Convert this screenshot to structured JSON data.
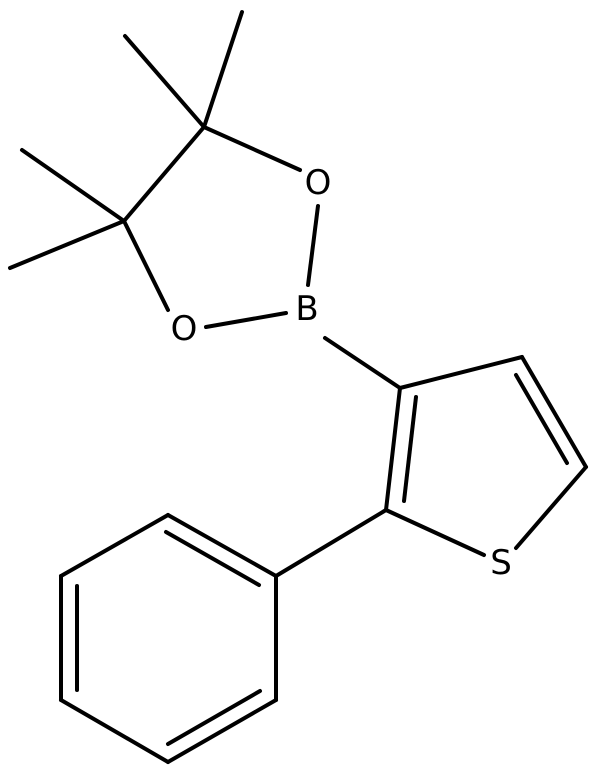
{
  "molecule": {
    "atoms": {
      "o_upper": "O",
      "o_lower": "O",
      "boron": "B",
      "sulfur": "S"
    }
  },
  "colors": {
    "bond": "#000000",
    "background": "#ffffff"
  }
}
